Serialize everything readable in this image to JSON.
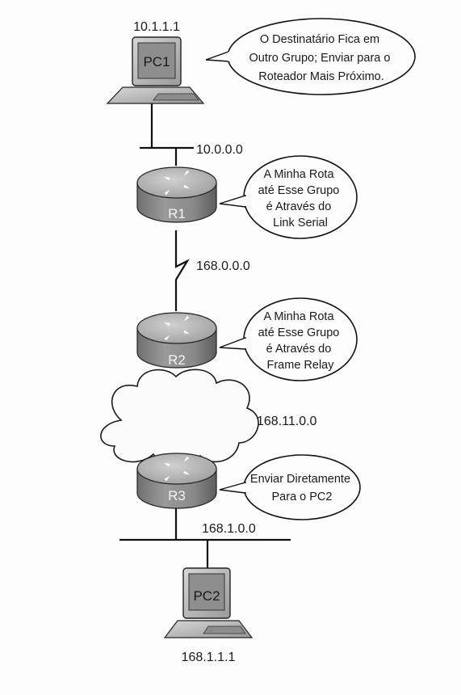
{
  "hosts": {
    "pc1": {
      "label": "PC1",
      "ip": "10.1.1.1"
    },
    "pc2": {
      "label": "PC2",
      "ip": "168.1.1.1"
    }
  },
  "routers": {
    "r1": {
      "label": "R1"
    },
    "r2": {
      "label": "R2"
    },
    "r3": {
      "label": "R3"
    }
  },
  "networks": {
    "lan_pc1": "10.0.0.0",
    "serial": "168.0.0.0",
    "frame_relay": "168.11.0.0",
    "lan_pc2": "168.1.0.0"
  },
  "bubbles": {
    "pc1": [
      "O Destinatário Fica em",
      "Outro Grupo; Enviar para o",
      "Roteador Mais Próximo."
    ],
    "r1": [
      "A Minha Rota",
      "até Esse Grupo",
      "é Através do",
      "Link Serial"
    ],
    "r2": [
      "A Minha Rota",
      "até Esse Grupo",
      "é Através do",
      "Frame Relay"
    ],
    "r3": [
      "Enviar Diretamente",
      "Para o PC2"
    ]
  },
  "colors": {
    "router_body": "#8a8a8a",
    "router_top": "#b4b4b4",
    "pc_case": "#b8b8b8",
    "screen": "#8e8e8e",
    "line": "#111111"
  }
}
